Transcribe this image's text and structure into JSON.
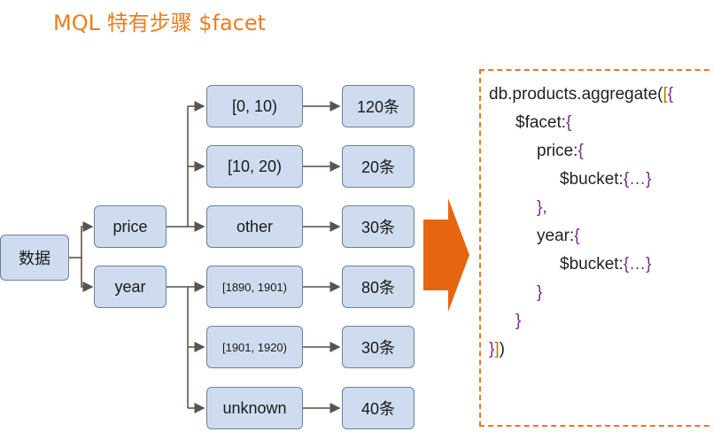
{
  "title": "MQL 特有步骤 $facet",
  "root": "数据",
  "fields": {
    "price": {
      "label": "price",
      "buckets": [
        {
          "range": "[0, 10)",
          "count": "120条"
        },
        {
          "range": "[10, 20)",
          "count": "20条"
        },
        {
          "range": "other",
          "count": "30条"
        }
      ]
    },
    "year": {
      "label": "year",
      "buckets": [
        {
          "range": "[1890, 1901)",
          "count": "80条"
        },
        {
          "range": "[1901, 1920)",
          "count": "30条"
        },
        {
          "range": "unknown",
          "count": "40条"
        }
      ]
    }
  },
  "code": {
    "l1_db": "db",
    "l1_dot": ".",
    "l1_rest": "products.aggregate(",
    "l1_brk1": "[",
    "l1_brc": "{",
    "l2_key": "$facet:",
    "l2_brc": "{",
    "l3_key": "price:",
    "l3_brc": "{",
    "l4_key": "$bucket:",
    "l4_val": "{…}",
    "l5": "},",
    "l6_key": "year:",
    "l6_brc": "{",
    "l7_key": "$bucket:",
    "l7_val": "{…}",
    "l8": "}",
    "l9": "}",
    "l10_brc": "}",
    "l10_brk": "]",
    "l10_paren": ")"
  },
  "colors": {
    "title": "#ee7d1c",
    "node_fill": "#cfdcef",
    "arrow": "#e8650f",
    "frame": "#e8762d"
  }
}
